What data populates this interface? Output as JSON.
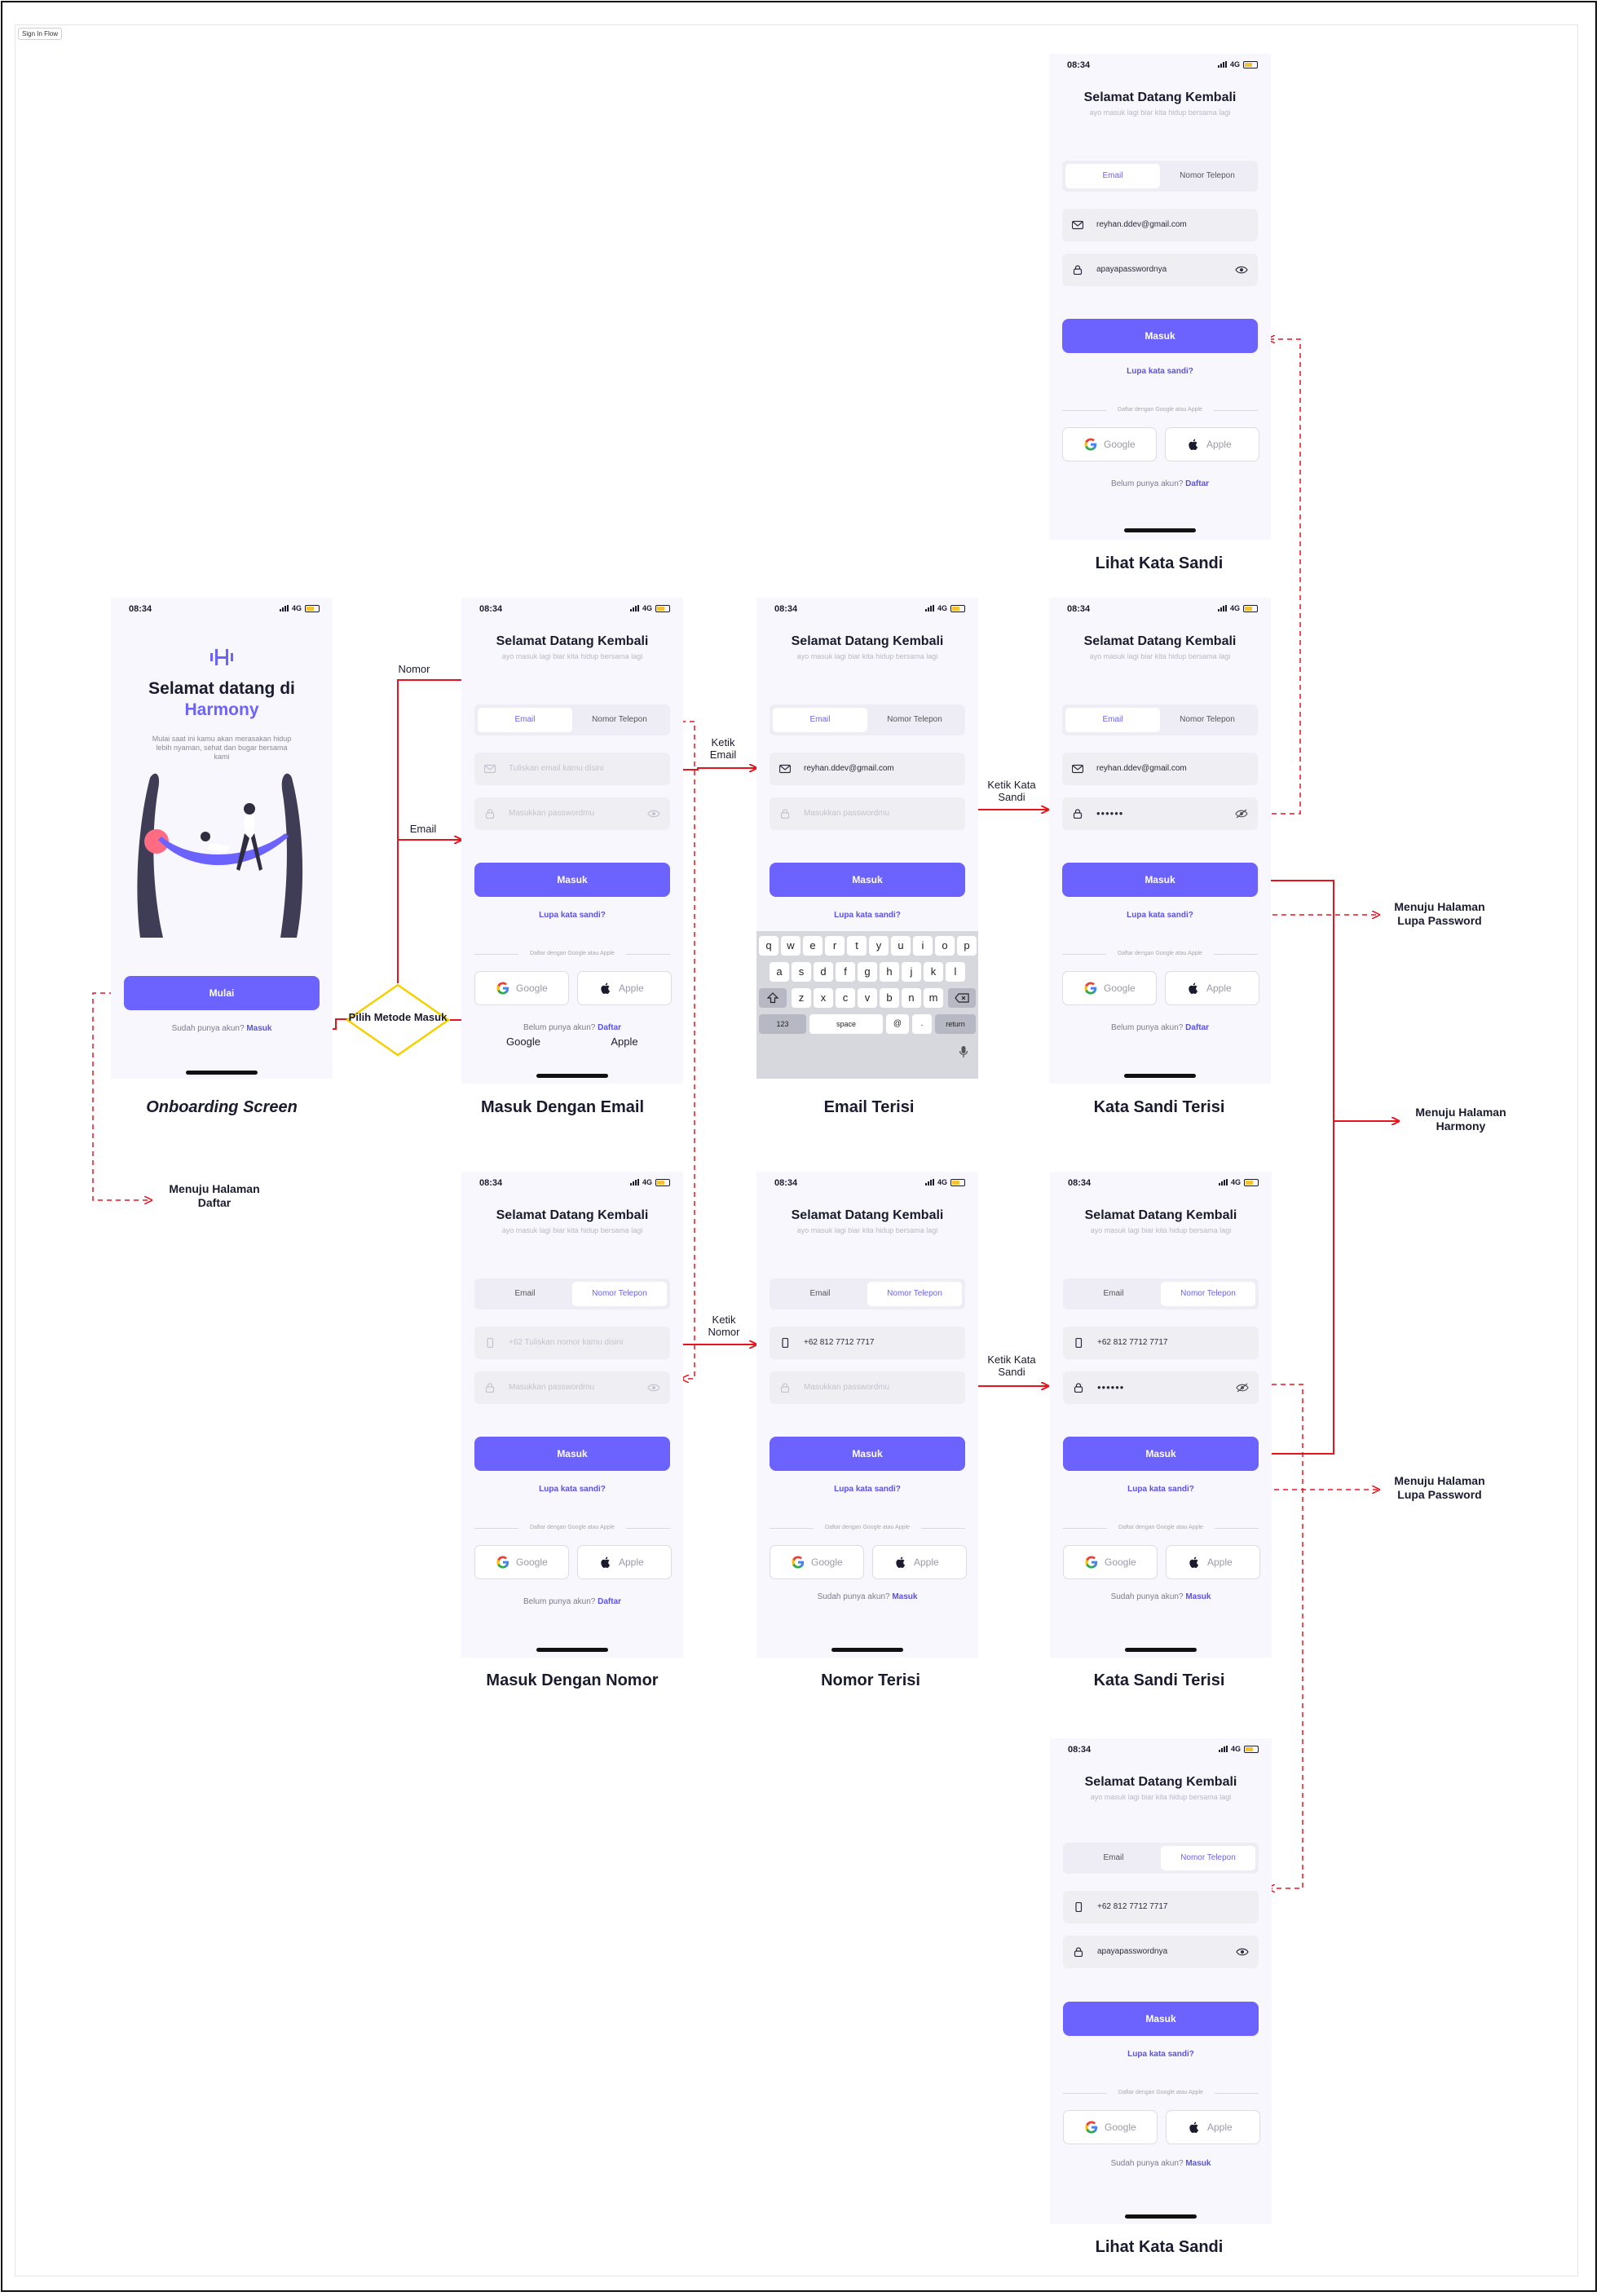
{
  "canvas_label": "Sign In Flow",
  "status_bar": {
    "time": "08:34",
    "network": "4G"
  },
  "common": {
    "title": "Selamat Datang Kembali",
    "subtitle": "ayo masuk lagi biar kita hidup bersama lagi",
    "tab_email": "Email",
    "tab_phone": "Nomor Telepon",
    "login_button": "Masuk",
    "forgot": "Lupa kata sandi?",
    "divider": "Daftar dengan Google atau Apple",
    "google": "Google",
    "apple": "Apple",
    "no_account": "Belum punya akun?",
    "register": "Daftar",
    "has_account": "Sudah punya akun?",
    "login_link": "Masuk"
  },
  "onboarding": {
    "title_line1": "Selamat datang di",
    "title_line2": "Harmony",
    "description": "Mulai saat ini kamu akan merasakan hidup lebih nyaman, sehat dan bugar bersama kami",
    "start_button": "Mulai",
    "has_account": "Sudah punya akun?",
    "login_link": "Masuk"
  },
  "fields": {
    "email_placeholder": "Tuliskan email kamu disini",
    "password_placeholder": "Masukkan passwordmu",
    "phone_placeholder": "+62 Tuliskan nomor kamu disini",
    "email_value": "reyhan.ddev@gmail.com",
    "phone_value": "+62 812 7712 7717",
    "password_masked": "••••••",
    "password_visible": "apayapasswordnya"
  },
  "keyboard": {
    "row1": [
      "q",
      "w",
      "e",
      "r",
      "t",
      "y",
      "u",
      "i",
      "o",
      "p"
    ],
    "row2": [
      "a",
      "s",
      "d",
      "f",
      "g",
      "h",
      "j",
      "k",
      "l"
    ],
    "row3": [
      "z",
      "x",
      "c",
      "v",
      "b",
      "n",
      "m"
    ],
    "num": "123",
    "space": "space",
    "at": "@",
    "dot": ".",
    "ret": "return"
  },
  "captions": {
    "onboarding": "Onboarding Screen",
    "email": "Masuk Dengan Email",
    "email_filled": "Email Terisi",
    "password_filled_email": "Kata Sandi Terisi",
    "show_password_email": "Lihat Kata Sandi",
    "phone": "Masuk Dengan Nomor",
    "phone_filled": "Nomor Terisi",
    "password_filled_phone": "Kata Sandi Terisi",
    "show_password_phone": "Lihat Kata Sandi"
  },
  "flow": {
    "decision": "Pilih Metode Masuk",
    "nomor": "Nomor",
    "email": "Email",
    "google": "Google",
    "apple": "Apple",
    "ketik_email": "Ketik Email",
    "ketik_nomor": "Ketik Nomor",
    "ketik_sandi": "Ketik Kata Sandi",
    "to_register": "Menuju Halaman Daftar",
    "to_forgot": "Menuju Halaman Lupa Password",
    "to_harmony": "Menuju Halaman Harmony"
  },
  "colors": {
    "primary": "#6c63ff",
    "wire": "#e8141d",
    "decision": "#f5d000"
  }
}
